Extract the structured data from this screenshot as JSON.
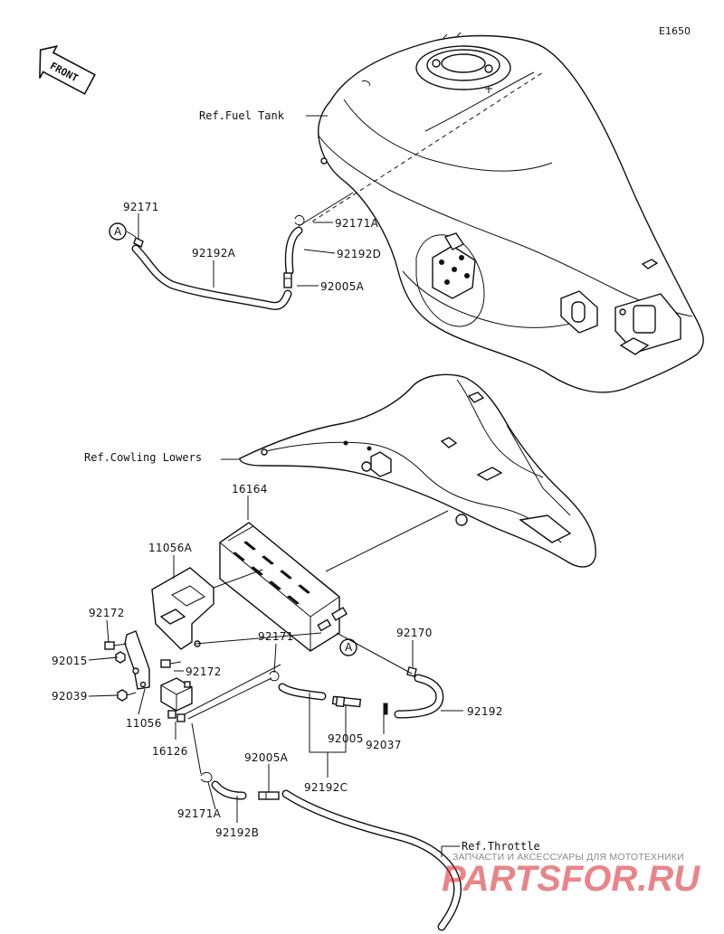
{
  "diagram": {
    "code": "E1650",
    "front_label": "FRONT",
    "refs": {
      "fuel_tank": "Ref.Fuel Tank",
      "cowling": "Ref.Cowling Lowers",
      "throttle": "Ref.Throttle"
    },
    "callout_a": "A",
    "parts": {
      "p92171_top": "92171",
      "p92171A_top": "92171A",
      "p92192A": "92192A",
      "p92192D": "92192D",
      "p92005A_top": "92005A",
      "p16164": "16164",
      "p11056A": "11056A",
      "p92172_a": "92172",
      "p92015": "92015",
      "p92172_b": "92172",
      "p92039": "92039",
      "p11056": "11056",
      "p16126": "16126",
      "p92171_mid": "92171",
      "p92170": "92170",
      "p92192": "92192",
      "p92005": "92005",
      "p92037": "92037",
      "p92192C": "92192C",
      "p92005A_bot": "92005A",
      "p92171A_bot": "92171A",
      "p92192B": "92192B"
    }
  },
  "watermark": {
    "tagline": "ЗАПЧАСТИ И АКСЕССУАРЫ ДЛЯ МОТОТЕХНИКИ",
    "logo": "PARTSFOR.RU"
  }
}
